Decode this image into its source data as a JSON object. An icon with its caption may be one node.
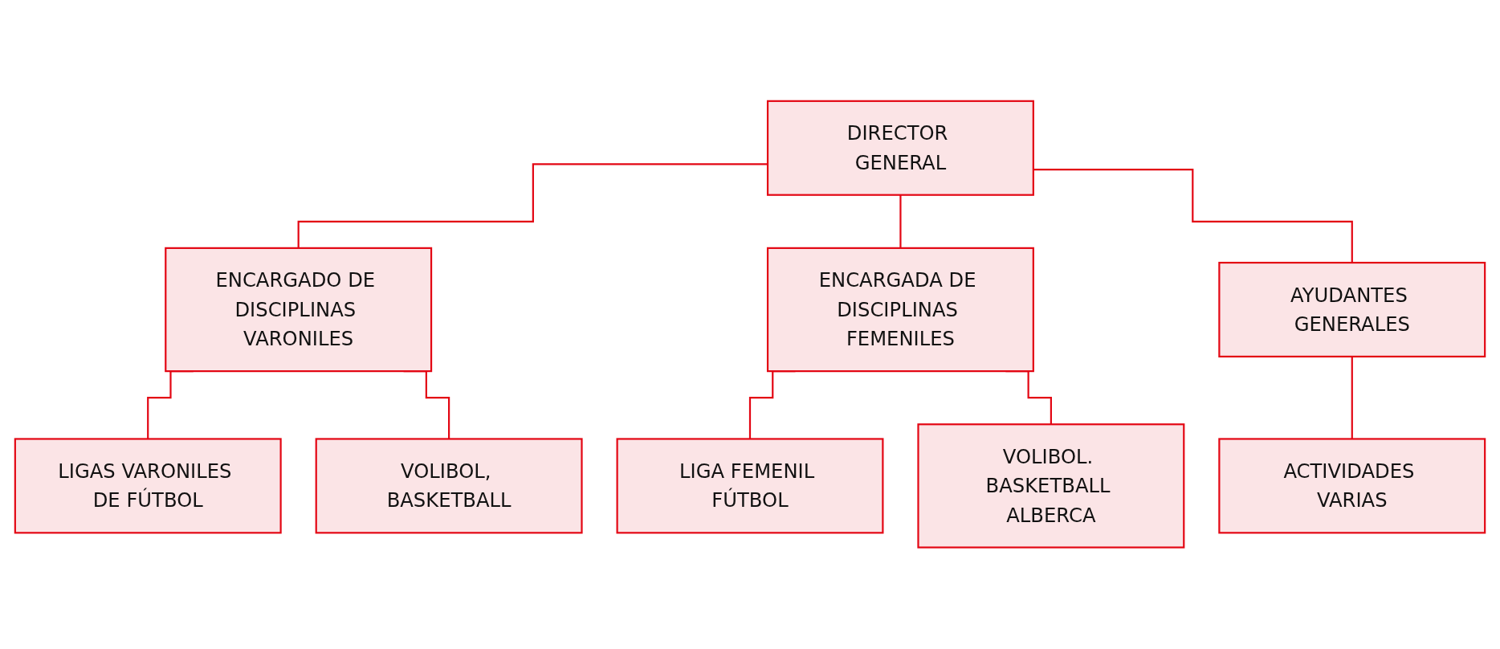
{
  "diagram": {
    "nodes": [
      {
        "text": [
          "DIRECTOR GENERAL"
        ]
      },
      {
        "text": [
          "ENCARGADO DE DISCIPLINAS VARONILES"
        ]
      },
      {
        "text": [
          "ENCARGADA DE DISCIPLINAS FEMENILES"
        ]
      },
      {
        "text": [
          "AYUDANTES GENERALES"
        ]
      },
      {
        "text": [
          "LIGAS VARONILES DE FÚTBOL"
        ]
      },
      {
        "text": [
          "VOLIBOL, BASKETBALL"
        ]
      },
      {
        "text": [
          "LIGA FEMENIL FÚTBOL"
        ]
      },
      {
        "text": [
          "VOLIBOL. BASKETBALL ALBERCA"
        ]
      },
      {
        "text": [
          "ACTIVIDADES VARIAS"
        ]
      }
    ],
    "edges": [
      {
        "from": 0,
        "to": 1,
        "arrow": "none"
      },
      {
        "from": 0,
        "to": 2,
        "arrow": "none"
      },
      {
        "from": 0,
        "to": 3,
        "arrow": "none"
      },
      {
        "from": 1,
        "to": 4,
        "arrow": "none"
      },
      {
        "from": 1,
        "to": 5,
        "arrow": "none"
      },
      {
        "from": 2,
        "to": 6,
        "arrow": "none"
      },
      {
        "from": 2,
        "to": 7,
        "arrow": "none"
      },
      {
        "from": 3,
        "to": 8,
        "arrow": "none"
      }
    ]
  }
}
